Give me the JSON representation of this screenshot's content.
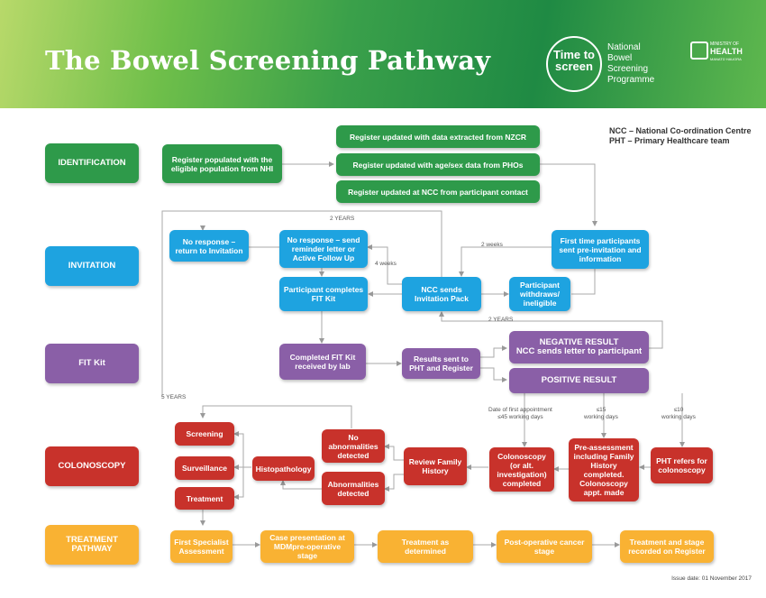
{
  "header": {
    "title": "The Bowel Screening Pathway",
    "logo_line1": "Time to",
    "logo_line2": "screen",
    "programme": [
      "National",
      "Bowel",
      "Screening",
      "Programme"
    ],
    "moh_small": "MINISTRY OF",
    "moh_big": "HEALTH",
    "moh_tag": "MANATŪ HAUORA"
  },
  "legend": [
    "NCC – National Co-ordination Centre",
    "PHT – Primary Healthcare team"
  ],
  "stages": {
    "identification": "IDENTIFICATION",
    "invitation": "INVITATION",
    "fit": "FIT Kit",
    "colonoscopy": "COLONOSCOPY",
    "treatment": "TREATMENT PATHWAY"
  },
  "boxes": {
    "register_populated": "Register populated with the eligible population from NHI",
    "register_nzcr": "Register updated with data extracted from NZCR",
    "register_pho": "Register updated with age/sex data from PHOs",
    "register_ncc": "Register updated at NCC from participant contact",
    "no_response_return": "No response – return to Invitation",
    "no_response_reminder": "No response – send reminder letter or Active Follow Up",
    "first_time": "First time participants sent pre-invitation and information",
    "completes_fit": "Participant completes FIT Kit",
    "ncc_sends": "NCC sends Invitation Pack",
    "withdraws": "Participant withdraws/ ineligible",
    "completed_fit": "Completed FIT Kit received by lab",
    "results_sent": "Results sent to PHT and Register",
    "negative_title": "NEGATIVE RESULT",
    "negative_sub": "NCC sends letter to participant",
    "positive": "POSITIVE RESULT",
    "screening": "Screening",
    "surveillance": "Surveillance",
    "treatment": "Treatment",
    "histopathology": "Histopathology",
    "no_abnormalities": "No abnormalities detected",
    "abnormalities": "Abnormalities detected",
    "review_history": "Review Family History",
    "colonoscopy_completed": "Colonoscopy (or alt. investigation) completed",
    "pre_assessment": "Pre-assessment including Family History completed. Colonoscopy appt. made",
    "pht_refers": "PHT refers for colonoscopy",
    "first_specialist": "First Specialist Assessment",
    "case_presentation": "Case presentation at MDMpre-operative stage",
    "treatment_determined": "Treatment as determined",
    "post_operative": "Post-operative cancer stage",
    "treatment_recorded": "Treatment and stage recorded on Register"
  },
  "labels": {
    "two_years_top": "2 YEARS",
    "four_weeks": "4 weeks",
    "two_weeks": "2 weeks",
    "two_years_mid": "2 YEARS",
    "five_years": "5 YEARS",
    "date_first_1": "Date of first appointment",
    "date_first_2": "≤45 working days",
    "le15_1": "≤15",
    "le15_2": "working days",
    "le10_1": "≤10",
    "le10_2": "working days"
  },
  "footer": {
    "issue_date": "Issue date: 01 November 2017"
  },
  "colors": {
    "identification": "#2e9a4a",
    "invitation": "#1ea3e0",
    "fit": "#8a5fa7",
    "colonoscopy": "#c8322b",
    "treatment": "#f9b233"
  }
}
